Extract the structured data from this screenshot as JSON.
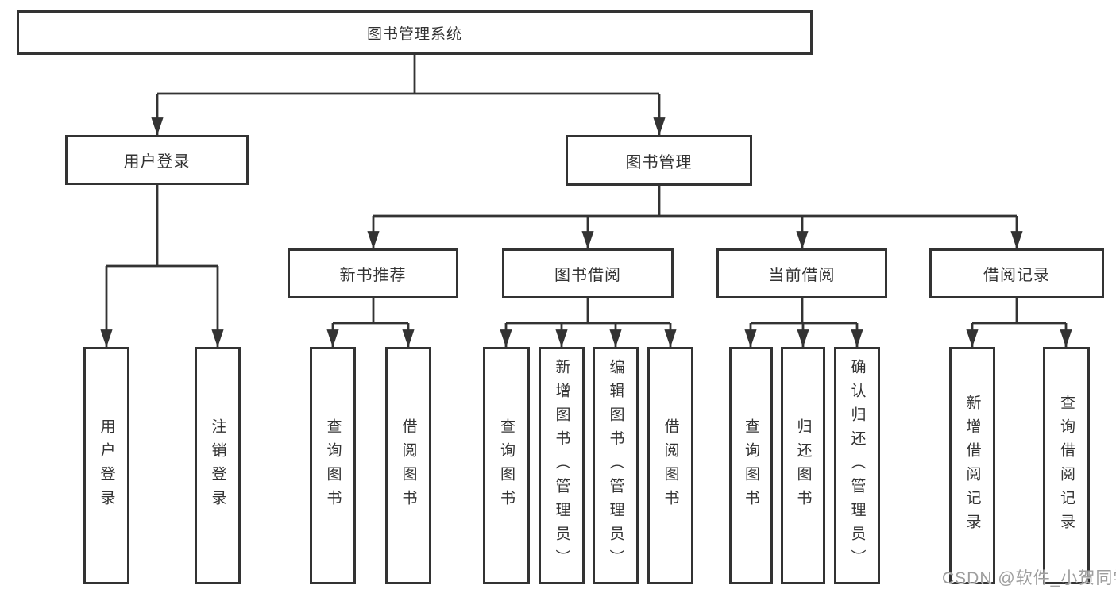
{
  "tree": {
    "root": "图书管理系统",
    "branches": {
      "user_login": {
        "label": "用户登录",
        "children": [
          "用户登录",
          "注销登录"
        ]
      },
      "book_mgmt": {
        "label": "图书管理",
        "sections": [
          {
            "label": "新书推荐",
            "children": [
              "查询图书",
              "借阅图书"
            ]
          },
          {
            "label": "图书借阅",
            "children": [
              "查询图书",
              "新增图书（管理员）",
              "编辑图书（管理员）",
              "借阅图书"
            ]
          },
          {
            "label": "当前借阅",
            "children": [
              "查询图书",
              "归还图书",
              "确认归还（管理员）"
            ]
          },
          {
            "label": "借阅记录",
            "children": [
              "新增借阅记录",
              "查询借阅记录"
            ]
          }
        ]
      }
    }
  },
  "watermark": {
    "text": "CSDN @软件_小贺同学"
  },
  "colors": {
    "line": "#333333",
    "box_background": "#ffffff",
    "text": "#333333",
    "watermark": "#9e9e9e"
  }
}
